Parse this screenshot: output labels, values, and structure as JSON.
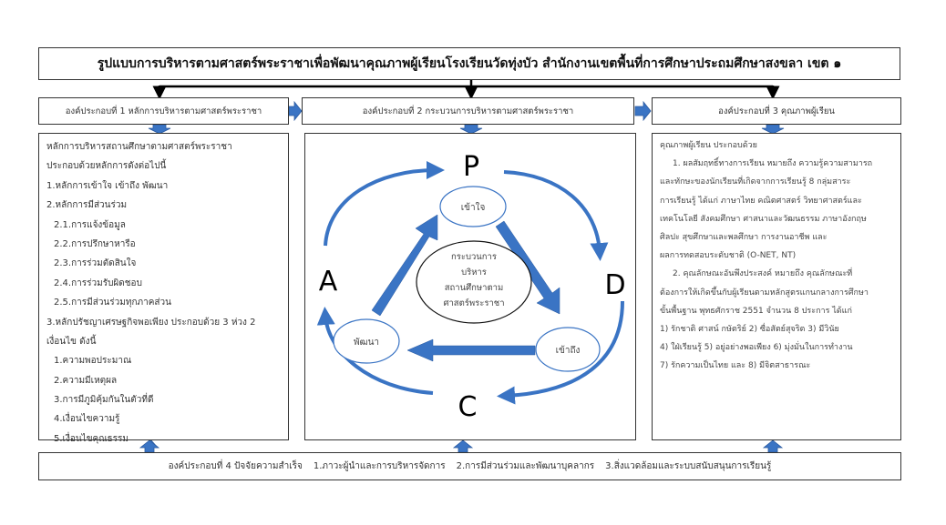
{
  "title": "รูปแบบการบริหารตามศาสตร์พระราชาเพื่อพัฒนาคุณภาพผู้เรียนโรงเรียนวัดทุ่งบัว สำนักงานเขตพื้นที่การศึกษาประถมศึกษาสงขลา เขต ๑",
  "components": [
    {
      "label": "องค์ประกอบที่ 1 หลักการบริหารตามศาสตร์พระราชา"
    },
    {
      "label": "องค์ประกอบที่ 2 กระบวนการบริหารตามศาสตร์พระราชา"
    },
    {
      "label": "องค์ประกอบที่ 3 คุณภาพผู้เรียน"
    }
  ],
  "left_panel": {
    "lines": [
      "หลักการบริหารสถานศึกษาตามศาสตร์พระราชา",
      "ประกอบด้วยหลักการดังต่อไปนี้",
      "1.หลักการเข้าใจ เข้าถึง พัฒนา",
      "2.หลักการมีส่วนร่วม",
      "2.1.การแจ้งข้อมูล",
      "2.2.การปรึกษาหารือ",
      "2.3.การร่วมตัดสินใจ",
      "2.4.การร่วมรับผิดชอบ",
      "2.5.การมีส่วนร่วมทุกภาคส่วน",
      "3.หลักปรัชญาเศรษฐกิจพอเพียง ประกอบด้วย  3 ห่วง 2",
      "เงื่อนไข ดังนี้",
      "1.ความพอประมาณ",
      "2.ความมีเหตุผล",
      "3.การมีภูมิคุ้มกันในตัวที่ดี",
      "4.เงื่อนไขความรู้",
      "5.เงื่อนไขคุณธรรม"
    ]
  },
  "center_panel": {
    "pdca": {
      "p": "P",
      "d": "D",
      "c": "C",
      "a": "A"
    },
    "nodes": {
      "top": "เข้าใจ",
      "right": "เข้าถึง",
      "left": "พัฒนา"
    },
    "center_lines": [
      "กระบวนการ",
      "บริหาร",
      "สถานศึกษาตาม",
      "ศาสตร์พระราชา"
    ],
    "accent_color": "#3a74c4"
  },
  "right_panel": {
    "lines": [
      "คุณภาพผู้เรียน ประกอบด้วย",
      "1.   ผลสัมฤทธิ์ทางการเรียน หมายถึง ความรู้ความสามารถ",
      "และทักษะของนักเรียนที่เกิดจากการเรียนรู้ 8 กลุ่มสาระ",
      "การเรียนรู้ ได้แก่ ภาษาไทย คณิตศาสตร์ วิทยาศาสตร์และ",
      "เทคโนโลยี สังคมศึกษา ศาสนาและวัฒนธรรม ภาษาอังกฤษ",
      "ศิลปะ สุขศึกษาและพลศึกษา การงานอาชีพ และ",
      "ผลการทดสอบระดับชาติ (O-NET, NT)",
      "2. คุณลักษณะอันพึงประสงค์  หมายถึง คุณลักษณะที่",
      "ต้องการให้เกิดขึ้นกับผู้เรียนตามหลักสูตรแกนกลางการศึกษา",
      "ขั้นพื้นฐาน พุทธศักราช 2551 จำนวน 8 ประการ  ได้แก่",
      "1) รักชาติ ศาสน์ กษัตริย์ 2) ซื่อสัตย์สุจริต 3) มีวินัย",
      "4) ใฝ่เรียนรู้ 5) อยู่อย่างพอเพียง 6) มุ่งมั่นในการทำงาน",
      "7) รักความเป็นไทย และ 8) มีจิตสาธารณะ"
    ]
  },
  "bottom": {
    "label": "องค์ประกอบที่ 4 ปัจจัยความสำเร็จ",
    "items": [
      "1.ภาวะผู้นำและการบริหารจัดการ",
      "2.การมีส่วนร่วมและพัฒนาบุคลากร",
      "3.สิ่งแวดล้อมและระบบสนับสนุนการเรียนรู้"
    ]
  }
}
